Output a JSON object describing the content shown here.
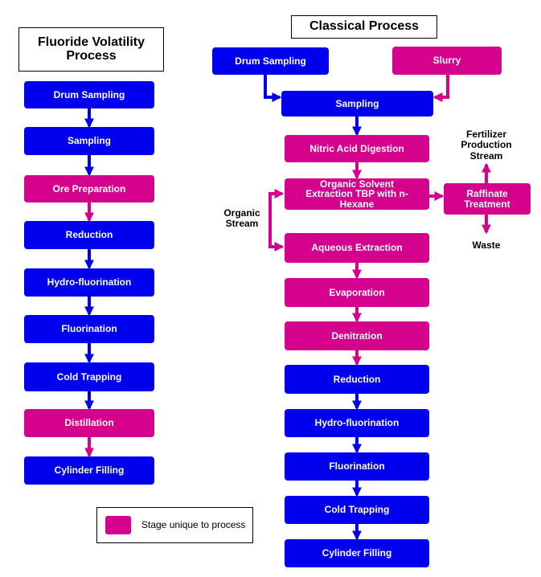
{
  "colors": {
    "common_stage": "#0000ee",
    "unique_stage": "#d4028d"
  },
  "fluoride": {
    "title": "Fluoride Volatility Process",
    "steps": [
      {
        "label": "Drum Sampling",
        "unique": false
      },
      {
        "label": "Sampling",
        "unique": false
      },
      {
        "label": "Ore Preparation",
        "unique": true
      },
      {
        "label": "Reduction",
        "unique": false
      },
      {
        "label": "Hydro-fluorination",
        "unique": false
      },
      {
        "label": "Fluorination",
        "unique": false
      },
      {
        "label": "Cold Trapping",
        "unique": false
      },
      {
        "label": "Distillation",
        "unique": true
      },
      {
        "label": "Cylinder Filling",
        "unique": false
      }
    ]
  },
  "classical": {
    "title": "Classical Process",
    "inputs": [
      {
        "label": "Drum Sampling",
        "unique": false
      },
      {
        "label": "Slurry",
        "unique": true
      }
    ],
    "steps": [
      {
        "label": "Sampling",
        "unique": false
      },
      {
        "label": "Nitric Acid Digestion",
        "unique": true
      },
      {
        "label": "Organic Solvent Extraction TBP with n-Hexane",
        "unique": true
      },
      {
        "label": "Aqueous Extraction",
        "unique": true
      },
      {
        "label": "Evaporation",
        "unique": true
      },
      {
        "label": "Denitration",
        "unique": true
      },
      {
        "label": "Reduction",
        "unique": false
      },
      {
        "label": "Hydro-fluorination",
        "unique": false
      },
      {
        "label": "Fluorination",
        "unique": false
      },
      {
        "label": "Cold Trapping",
        "unique": false
      },
      {
        "label": "Cylinder Filling",
        "unique": false
      }
    ],
    "raffinate": {
      "label": "Raffinate Treatment",
      "unique": true
    },
    "fertilizer_label": "Fertilizer Production Stream",
    "waste_label": "Waste",
    "organic_stream_label": "Organic Stream"
  },
  "legend": {
    "label": "Stage unique to process"
  }
}
